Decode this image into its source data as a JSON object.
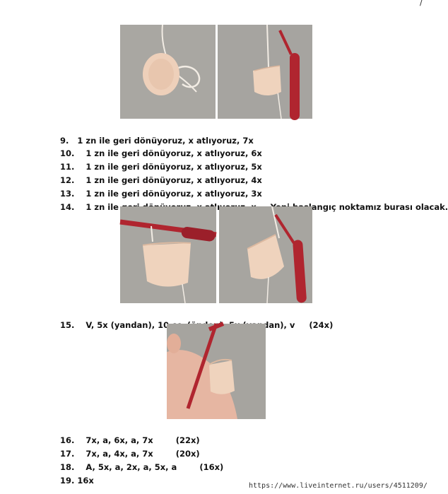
{
  "page_mark": "/",
  "steps_a": [
    {
      "num": "9.",
      "text": "1 zn ile geri dönüyoruz, x atlıyoruz, 7x"
    },
    {
      "num": "10.",
      "text": "1 zn ile geri dönüyoruz, x atlıyoruz, 6x"
    },
    {
      "num": "11.",
      "text": "1 zn ile geri dönüyoruz, x atlıyoruz, 5x"
    },
    {
      "num": "12.",
      "text": "1 zn ile geri dönüyoruz, x atlıyoruz, 4x"
    },
    {
      "num": "13.",
      "text": "1 zn ile geri dönüyoruz, x atlıyoruz, 3x"
    },
    {
      "num": "14.",
      "text": "1 zn ile geri dönüyoruz, x atlıyoruz, x     Yeni başlangıç noktamız burası olacak."
    }
  ],
  "step_15": {
    "num": "15.",
    "text": "V, 5x (yandan), 10 cc  (önden), 5x (yandan), v     (24x)"
  },
  "steps_b": [
    {
      "num": "16.",
      "text": "7x, a, 6x, a, 7x        (22x)"
    },
    {
      "num": "17.",
      "text": "7x, a, 4x, a, 7x        (20x)"
    },
    {
      "num": "18.",
      "text": "A, 5x, a, 2x, a, 5x, a        (16x)"
    },
    {
      "num": "19.",
      "text": "16x"
    }
  ],
  "source_url": "https://www.liveinternet.ru/users/4511209/",
  "colors": {
    "background": "#ffffff",
    "felt_bg": "#a7a5a0",
    "yarn": "#efd3bd",
    "hook": "#b0252f"
  }
}
